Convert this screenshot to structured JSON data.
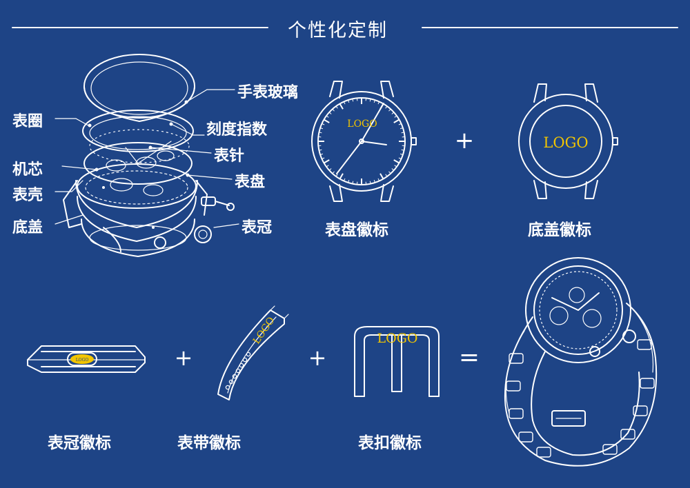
{
  "title": "个性化定制",
  "parts": {
    "glass": "手表玻璃",
    "bezel": "表圈",
    "indices": "刻度指数",
    "hands": "表针",
    "movement": "机芯",
    "dial": "表盘",
    "case": "表壳",
    "caseback": "底盖",
    "crown": "表冠"
  },
  "captions": {
    "dial_logo": "表盘徽标",
    "caseback_logo": "底盖徽标",
    "crown_logo": "表冠徽标",
    "strap_logo": "表带徽标",
    "buckle_logo": "表扣徽标"
  },
  "logo_text": "LOGO",
  "operators": {
    "plus": "+",
    "equals": "="
  },
  "colors": {
    "background": "#1e4486",
    "line": "#ffffff",
    "logo": "#f2c500"
  }
}
